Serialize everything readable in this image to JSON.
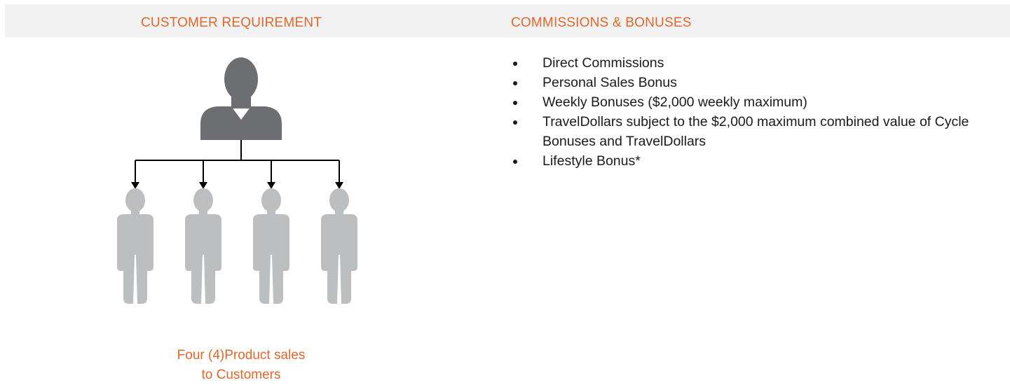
{
  "headers": {
    "left": "CUSTOMER REQUIREMENT",
    "right": "COMMISSIONS & BONUSES"
  },
  "diagram": {
    "caption_line1": "Four (4)Product sales",
    "caption_line2": "to Customers",
    "colors": {
      "sponsor": "#6d6e71",
      "customers": "#bcbec0",
      "connectors": "#000000",
      "accent": "#e0672b"
    },
    "icons": [
      "sponsor-person-icon",
      "customer-person-icon"
    ]
  },
  "commissions": {
    "items": [
      "Direct Commissions",
      "Personal Sales Bonus",
      "Weekly Bonuses ($2,000 weekly maximum)",
      "TravelDollars subject to the $2,000 maximum combined value of Cycle Bonuses and TravelDollars",
      "Lifestyle Bonus*"
    ]
  }
}
